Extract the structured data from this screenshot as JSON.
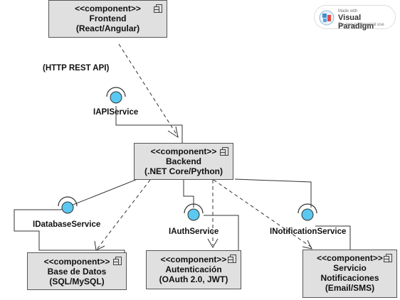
{
  "components": {
    "frontend": {
      "stereotype": "<<component>>",
      "name": "Frontend",
      "detail": "(React/Angular)"
    },
    "backend": {
      "stereotype": "<<component>>",
      "name": "Backend",
      "detail": "(.NET Core/Python)"
    },
    "database": {
      "stereotype": "<<component>>",
      "name": "Base de Datos",
      "detail": "(SQL/MySQL)"
    },
    "auth": {
      "stereotype": "<<component>>",
      "name": "Autenticación",
      "detail": "(OAuth 2.0, JWT)"
    },
    "notifications": {
      "stereotype": "<<component>>",
      "name": "Servicio",
      "name2": "Notificaciones",
      "detail": "(Email/SMS)"
    }
  },
  "interfaces": {
    "api": "IAPIService",
    "database": "IDatabaseService",
    "auth": "IAuthService",
    "notification": "INotificationService"
  },
  "annotation": "(HTTP REST API)",
  "watermark": {
    "made_with": "Made with",
    "brand": "Visual Paradigm",
    "note": "For non-commercial use"
  },
  "colors": {
    "component_fill": "#e0e0e0",
    "interface_fill": "#5bc8f0",
    "line": "#333333"
  }
}
